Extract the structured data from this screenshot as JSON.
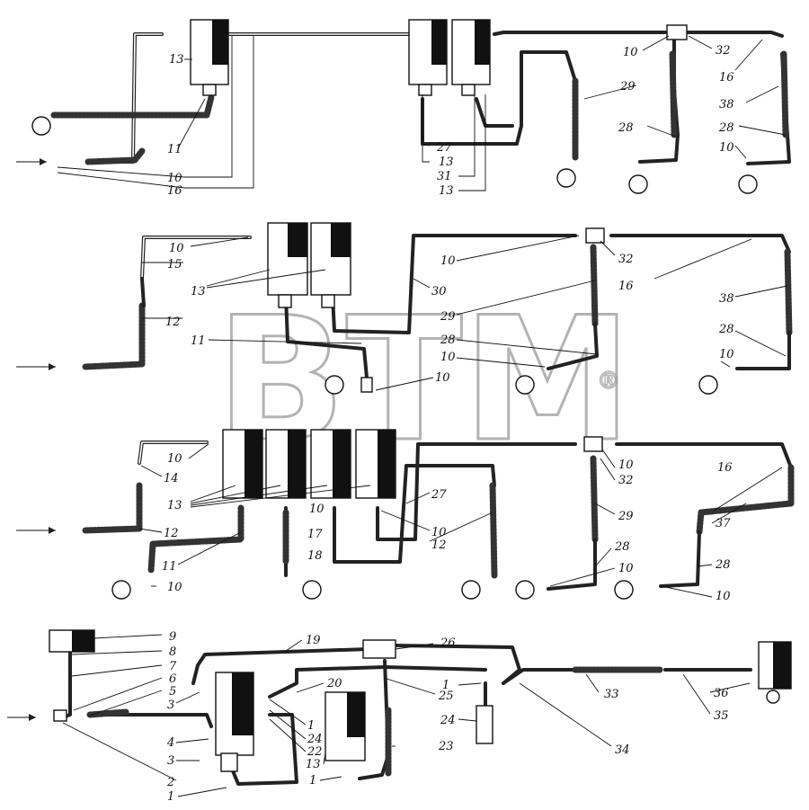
{
  "watermark": {
    "text": "BTM",
    "registered": "®"
  },
  "labels": {
    "s1": [
      "13",
      "11",
      "10",
      "16",
      "27",
      "13",
      "31",
      "13",
      "10",
      "32",
      "29",
      "16",
      "38",
      "28",
      "28",
      "10"
    ],
    "s2": [
      "10",
      "15",
      "12",
      "13",
      "11",
      "30",
      "10",
      "32",
      "16",
      "38",
      "29",
      "28",
      "28",
      "10",
      "10",
      "10"
    ],
    "s3": [
      "10",
      "14",
      "13",
      "12",
      "11",
      "10",
      "10",
      "17",
      "18",
      "27",
      "10",
      "12",
      "10",
      "32",
      "29",
      "28",
      "10",
      "16",
      "37",
      "28",
      "10"
    ],
    "s4": [
      "9",
      "8",
      "7",
      "6",
      "5",
      "3",
      "4",
      "3",
      "2",
      "1",
      "19",
      "20",
      "1",
      "24",
      "22",
      "26",
      "25",
      "1",
      "24",
      "13",
      "1",
      "23",
      "34",
      "33",
      "36",
      "35"
    ]
  }
}
